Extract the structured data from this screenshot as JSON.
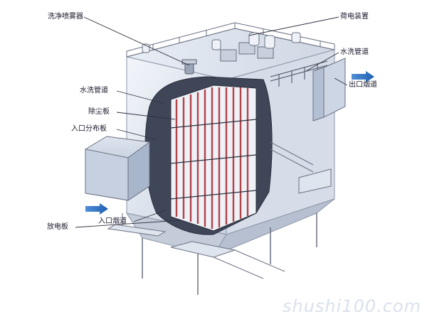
{
  "labels": {
    "washer_sprayer": "洗净喷雾器",
    "charging_device": "荷电装置",
    "water_pipe_left": "水洗管道",
    "water_pipe_right": "水洗管道",
    "outlet_flue": "出口烟道",
    "dust_collecting_plate": "除尘板",
    "inlet_distribution_plate": "入口分布板",
    "inlet_flue": "入口烟道",
    "discharge_electrode": "放电板"
  },
  "watermark": "shushi100.com",
  "colors": {
    "casing": "#e3e8f0",
    "casing_dark": "#b9c3d3",
    "plate_red": "#b3434b",
    "plate_white": "#eef1f6",
    "rail": "#6a7080",
    "leader": "#333344",
    "cutaway": "#3f4658"
  }
}
